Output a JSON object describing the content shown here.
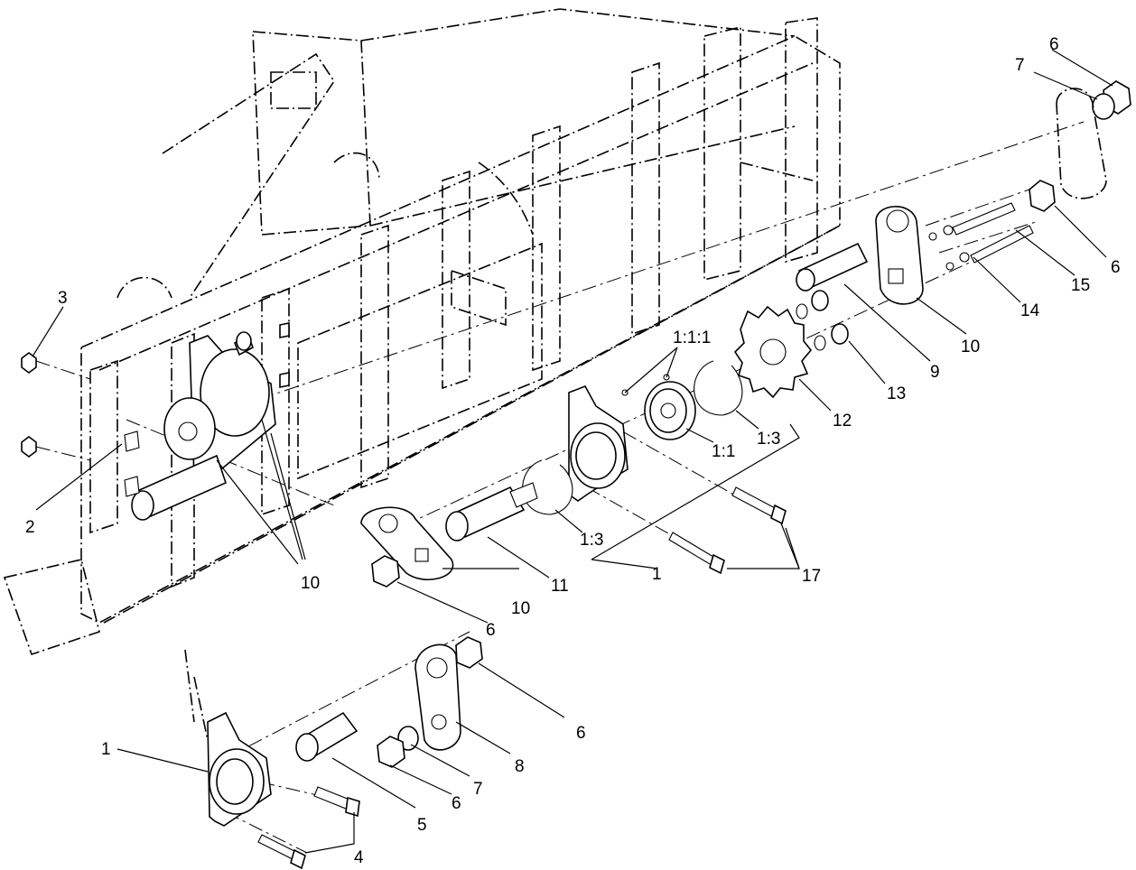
{
  "callouts": {
    "c1_main": "1",
    "c1_lower": "1",
    "c111": "1:1:1",
    "c11": "1:1",
    "c13_upper": "1:3",
    "c13_lower": "1:3",
    "c2": "2",
    "c3": "3",
    "c4": "4",
    "c5": "5",
    "c6_top": "6",
    "c6_right": "6",
    "c6_mid": "6",
    "c6_lower_right": "6",
    "c6_lower_left": "6",
    "c7_top": "7",
    "c7_lower": "7",
    "c8": "8",
    "c9": "9",
    "c10_left": "10",
    "c10_mid": "10",
    "c10_right": "10",
    "c11_part": "11",
    "c12": "12",
    "c13_part": "13",
    "c14": "14",
    "c15": "15",
    "c17": "17"
  }
}
